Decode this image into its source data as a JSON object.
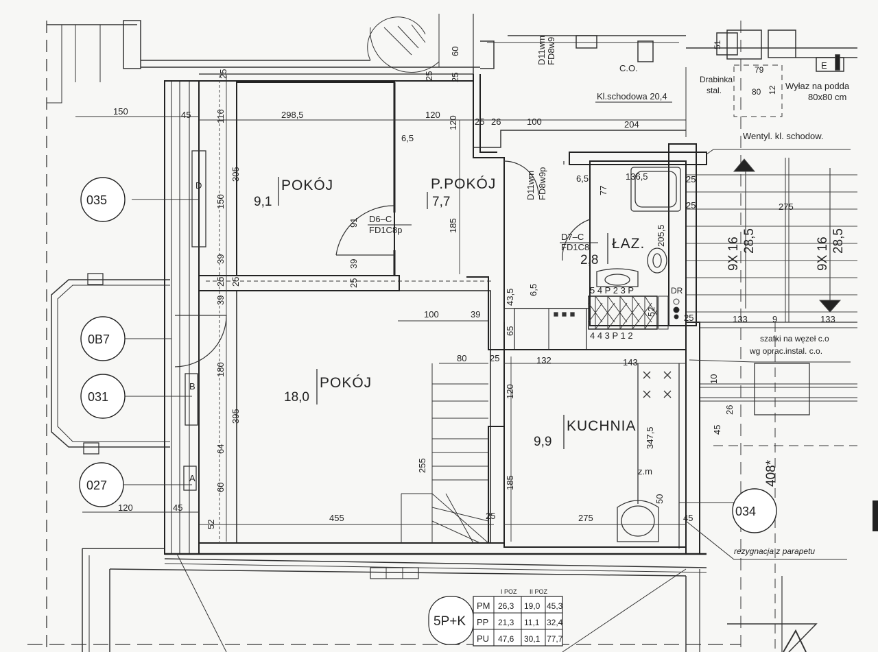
{
  "rooms": {
    "pokoj_small": {
      "name": "POKÓJ",
      "area": "9,1"
    },
    "ppokoj": {
      "name": "P.POKÓJ",
      "area": "7,7"
    },
    "pokoj_large": {
      "name": "POKÓJ",
      "area": "18,0"
    },
    "laz": {
      "name": "ŁAZ.",
      "area": "2,8"
    },
    "kuchnia": {
      "name": "KUCHNIA",
      "area": "9,9"
    }
  },
  "staircase": {
    "label": "Kl.schodowa 20,4"
  },
  "annotations": {
    "co": "C.O.",
    "drabinka1": "Drabinka",
    "drabinka2": "stal.",
    "wylaz1": "Wyłaz na podda",
    "wylaz2": "80x80  cm",
    "wentyl": "Wentyl. kl. schodow.",
    "szafki1": "szafki na węzeł c.o",
    "szafki2": "wg  oprac.instal. c.o.",
    "rezygnacja": "rezygnacja z parapetu",
    "zm": "z.m",
    "dr": "DR",
    "e": "E",
    "stairs_a": "9X 16",
    "stairs_a2": "28,5",
    "stairs_b": "9X 16",
    "stairs_b2": "28,5",
    "sym408": "408*",
    "cells_top": "5 4 P 2 3 P",
    "cells_bot": "4 4 3 P 1 2"
  },
  "doors": {
    "d6": [
      "D6–C",
      "FD1C8p"
    ],
    "d7": [
      "D7–C",
      "FD1C8"
    ],
    "d11a": [
      "D11wm",
      "FD8w9"
    ],
    "d11b": [
      "D11wm",
      "FD8w9p"
    ]
  },
  "bubbles": [
    "035",
    "0B7",
    "031",
    "027",
    "034"
  ],
  "window_letters": [
    "D",
    "B",
    "A"
  ],
  "dimensions": {
    "d150top": "150",
    "d45": "45",
    "d116": "116",
    "d305": "305",
    "d150v": "150",
    "d39a": "39",
    "d25a": "25",
    "d25b": "25",
    "d39b": "39",
    "d180": "180",
    "d395": "395",
    "d64": "64",
    "d60": "60",
    "d120b": "120",
    "d45b": "45",
    "d52": "52",
    "d298": "298,5",
    "d65": "6,5",
    "d120a": "120",
    "d120v": "120",
    "d25c": "25",
    "d26": "26",
    "d100a": "100",
    "d204": "204",
    "d91": "91",
    "d39c": "39",
    "d185a": "185",
    "d25d": "25",
    "d100b": "100",
    "d39d": "39",
    "d435": "43,5",
    "d65b": "6,5",
    "d65c": "65",
    "d80": "80",
    "d25e": "25",
    "d132": "132",
    "d143": "143",
    "d120c": "120",
    "d255": "255",
    "d185b": "185",
    "d455": "455",
    "d25f": "25",
    "d275a": "275",
    "d3475": "347,5",
    "d50": "50",
    "d45c": "45",
    "d65d": "6,5",
    "d77": "77",
    "d1365": "136,5",
    "d25g": "25",
    "d25h": "25",
    "d2055": "205,5",
    "d52b": "52",
    "d25i": "25",
    "d275b": "275",
    "d133a": "133",
    "d9": "9",
    "d133b": "133",
    "d10": "10",
    "d26b": "26",
    "d45d": "45",
    "d25t1": "25",
    "d25t2": "25",
    "d60t": "60",
    "d51": "51",
    "d79": "79",
    "d80b": "80",
    "d12": "12",
    "d25top": "25"
  },
  "summary": {
    "code": "5P+K",
    "headers": [
      "I POZ",
      "II POZ"
    ],
    "rows": [
      {
        "label": "PM",
        "v1": "26,3",
        "v2": "19,0",
        "v3": "45,3"
      },
      {
        "label": "PP",
        "v1": "21,3",
        "v2": "11,1",
        "v3": "32,4"
      },
      {
        "label": "PU",
        "v1": "47,6",
        "v2": "30,1",
        "v3": "77,7"
      }
    ]
  }
}
